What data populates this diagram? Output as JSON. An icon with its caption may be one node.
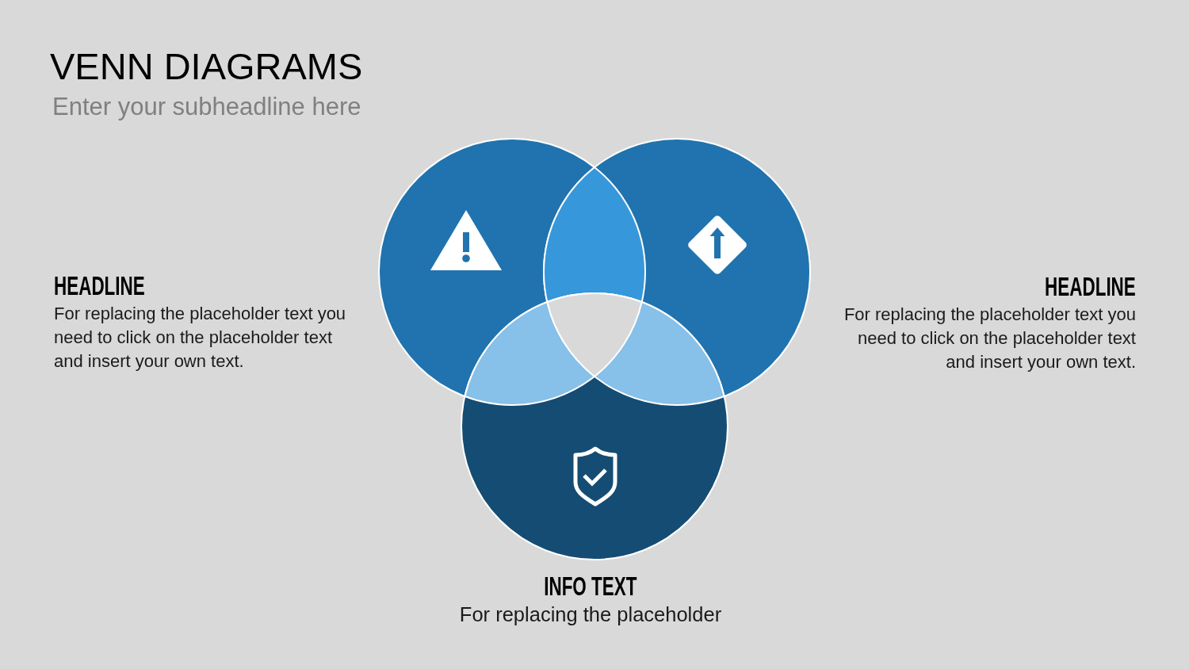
{
  "diagram": {
    "title": "VENN DIAGRAMS",
    "labels": [
      "Enter your subheadline here",
      "HEADLINE",
      "For replacing the placeholder text you need to click on the placeholder text and insert your own text.",
      "HEADLINE",
      "For replacing the placeholder text you need to click on the placeholder text and insert your own text.",
      "INFO TEXT",
      "For replacing the placeholder"
    ]
  }
}
